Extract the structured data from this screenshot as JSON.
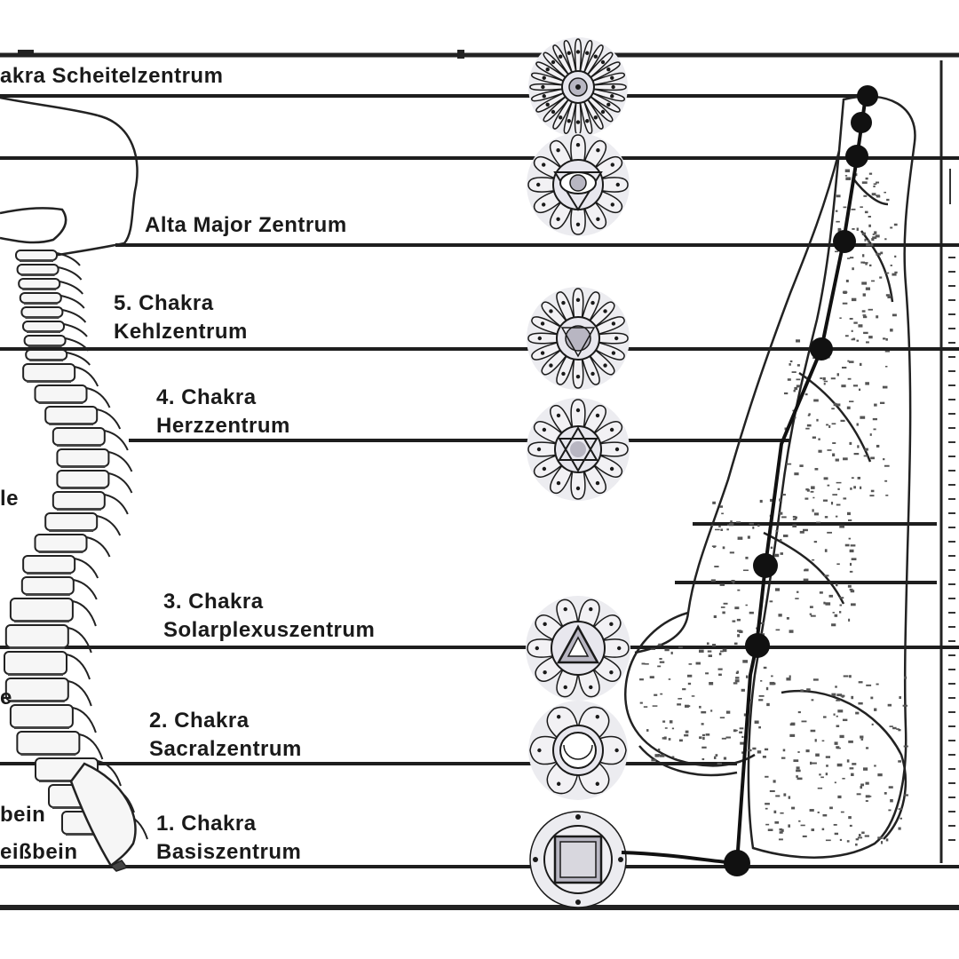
{
  "colors": {
    "ink": "#1a1a1a",
    "paper": "#ffffff",
    "line": "#222222",
    "lotus_fill": "#b8b6c2"
  },
  "labels": {
    "crown": "akra  Scheitelzentrum",
    "alta_major": "Alta Major Zentrum",
    "chakra5": {
      "line1": "5. Chakra",
      "line2": "Kehlzentrum"
    },
    "chakra4": {
      "line1": "4. Chakra",
      "line2": "Herzzentrum"
    },
    "chakra3": {
      "line1": "3. Chakra",
      "line2": "Solarplexuszentrum"
    },
    "chakra2": {
      "line1": "2. Chakra",
      "line2": "Sacralzentrum"
    },
    "chakra1": {
      "line1": "1. Chakra",
      "line2": "Basiszentrum"
    },
    "left_fragment_le": "le",
    "left_fragment_e": "e",
    "left_fragment_bein": "bein",
    "left_fragment_steissbein": "eißbein"
  },
  "icons": {
    "crown_lotus": "thousand-petal-lotus-icon",
    "brow_lotus": "eye-lotus-icon",
    "throat_lotus": "sixteen-petal-lotus-icon",
    "heart_lotus": "hexagram-lotus-icon",
    "solar_lotus": "triangle-lotus-icon",
    "sacral_lotus": "crescent-lotus-icon",
    "root_lotus": "square-lotus-icon"
  }
}
